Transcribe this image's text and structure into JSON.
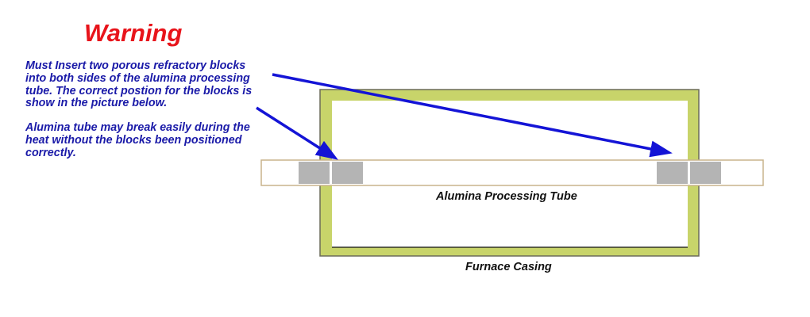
{
  "warning": {
    "title": "Warning",
    "paragraphs": [
      "Must Insert two porous refractory blocks into both sides of the alumina processing tube. The correct postion for the blocks is show in the picture below.",
      "Alumina tube may break easily during the heat without the blocks been positioned correctly."
    ]
  },
  "diagram": {
    "tube_label": "Alumina Processing Tube",
    "casing_label": "Furnace Casing",
    "components": [
      "furnace-casing",
      "alumina-tube",
      "left-refractory-blocks",
      "right-refractory-blocks"
    ],
    "blocks_per_side": 2,
    "colors": {
      "warning_title": "#e8141b",
      "warning_text": "#1a1aa8",
      "arrow": "#1414d6",
      "casing_fill": "#c8d46a",
      "casing_border": "#6b6b5a",
      "tube_border": "#c8b48c",
      "block_fill": "#b4b4b4"
    }
  }
}
